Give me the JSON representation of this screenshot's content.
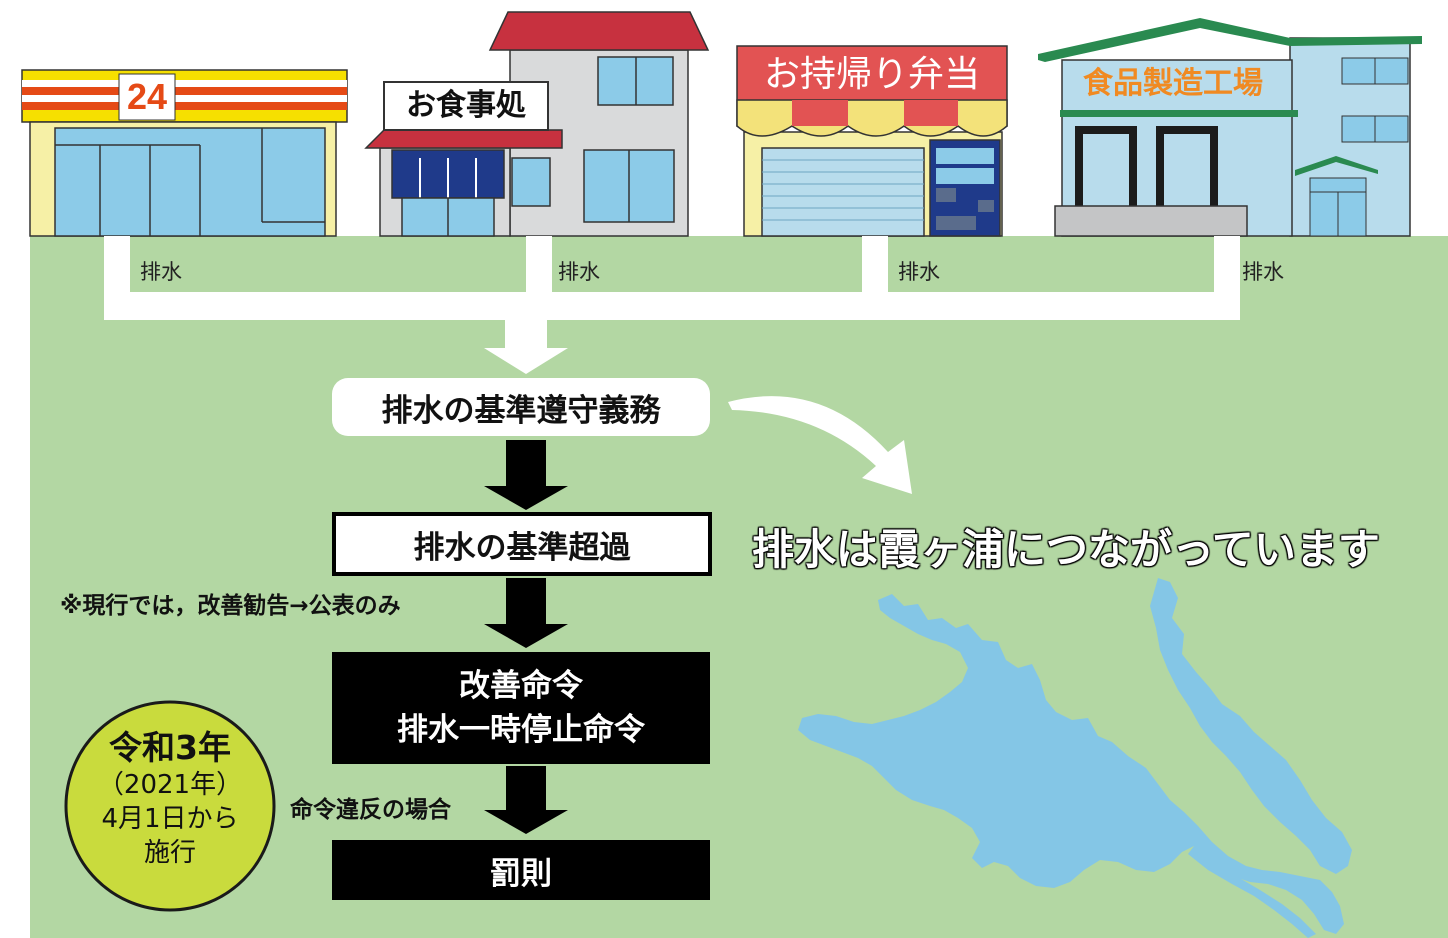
{
  "shops": {
    "convenience_sign": "24",
    "restaurant_sign": "お食事処",
    "bento_sign": "お持帰り弁当",
    "factory_sign": "食品製造工場"
  },
  "drain_label": "排水",
  "flow": {
    "obligation": "排水の基準遵守義務",
    "exceed": "排水の基準超過",
    "current_note": "※現行では，改善勧告→公表のみ",
    "order_line1": "改善命令",
    "order_line2": "排水一時停止命令",
    "violation_note": "命令違反の場合",
    "penalty": "罰則"
  },
  "lake_message": "排水は霞ヶ浦につながっています",
  "effective_badge": {
    "line1": "令和3年",
    "line2": "（2021年）",
    "line3": "4月1日から",
    "line4": "施行"
  },
  "colors": {
    "ground": "#b3d7a3",
    "water": "#84c6e6",
    "badge": "#c9db3d",
    "flow_dark": "#000000",
    "white": "#ffffff"
  }
}
